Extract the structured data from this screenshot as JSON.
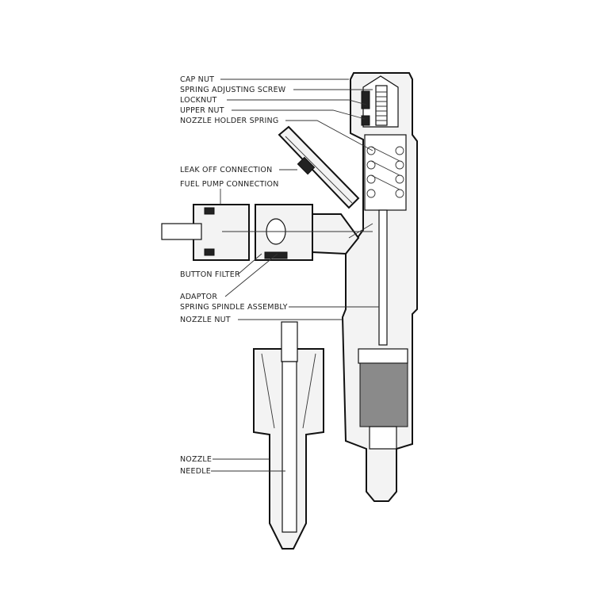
{
  "labels": {
    "cap_nut": "CAP NUT",
    "spring_adjusting_screw": "SPRING ADJUSTING SCREW",
    "locknut": "LOCKNUT",
    "upper_nut": "UPPER NUT",
    "nozzle_holder_spring": "NOZZLE HOLDER SPRING",
    "leak_off_connection": "LEAK OFF CONNECTION",
    "fuel_pump_connection": "FUEL PUMP CONNECTION",
    "button_filter": "BUTTON FILTER",
    "adaptor": "ADAPTOR",
    "spring_spindle_assembly": "SPRING SPINDLE ASSEMBLY",
    "nozzle_nut": "NOZZLE NUT",
    "nozzle": "NOZZLE",
    "needle": "NEEDLE"
  }
}
